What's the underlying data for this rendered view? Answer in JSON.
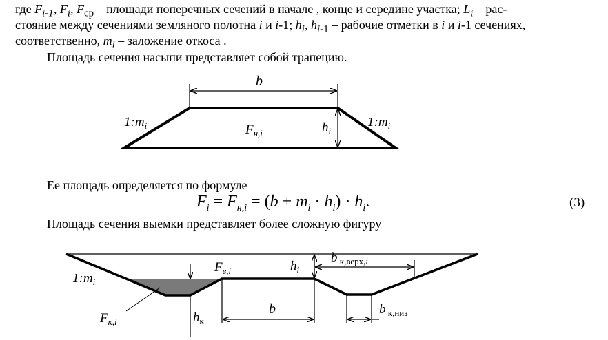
{
  "text": {
    "line1_pre": "где ",
    "line1_F": "F",
    "line1_sub1": "i-1",
    "line1_sep1": ", ",
    "line1_Fi": "F",
    "line1_subi": "i",
    "line1_sep2": ",  ",
    "line1_Fcp": "F",
    "line1_subcp": "ср",
    "line1_rest": " – площади поперечных сечений в начале , конце и середине участка; ",
    "line1_L": "L",
    "line1_Lsub": "i",
    "line1_end": " – рас-",
    "line2_a": "стояние между сечениями земляного полотна ",
    "line2_i1": "i",
    "line2_b": " и ",
    "line2_i2": "i",
    "line2_c": "-1; ",
    "line2_h": "h",
    "line2_hsub": "i",
    "line2_d": ", ",
    "line2_h2": "h",
    "line2_h2sub": "i",
    "line2_h2sub2": "-1",
    "line2_e": " – рабочие отметки в ",
    "line2_i3": "i",
    "line2_f": " и ",
    "line2_i4": "i",
    "line2_g": "-1 сечениях,",
    "line3_a": "соответственно, ",
    "line3_m": "m",
    "line3_msub": "i",
    "line3_b": " – заложение откоса .",
    "line4": "Площадь сечения насыпи представляет собой трапецию.",
    "line5": "Ее площадь определяется по формуле",
    "line6": "Площадь сечения выемки представляет более сложную фигуру"
  },
  "formula": {
    "F": "F",
    "i": "i",
    "eq1": " = ",
    "F2": "F",
    "sub2": "н,i",
    "eq2": " = (",
    "b": "b",
    "plus": " + ",
    "m": "m",
    "mi": "i",
    "dot1": " · ",
    "h": "h",
    "hi": "i",
    "close": ") · ",
    "h2": "h",
    "h2i": "i",
    "end": ".",
    "number": "(3)"
  },
  "fig1": {
    "b": "b",
    "slope_left": "1:m",
    "slope_left_sub": "i",
    "slope_right": "1:m",
    "slope_right_sub": "i",
    "F": "F",
    "F_sub": "н,i",
    "h": "h",
    "h_sub": "i"
  },
  "fig2": {
    "slope": "1:m",
    "slope_sub": "i",
    "Fv": "F",
    "Fv_sub": "в,i",
    "h": "h",
    "h_sub": "i",
    "bkv": "b",
    "bkv_sub": " к,верх,",
    "bkv_sub_i": "i",
    "b": "b",
    "bkn": "b",
    "bkn_sub": " к,низ",
    "Fk": "F",
    "Fk_sub": "к,i",
    "hk": "h",
    "hk_sub": "к"
  }
}
